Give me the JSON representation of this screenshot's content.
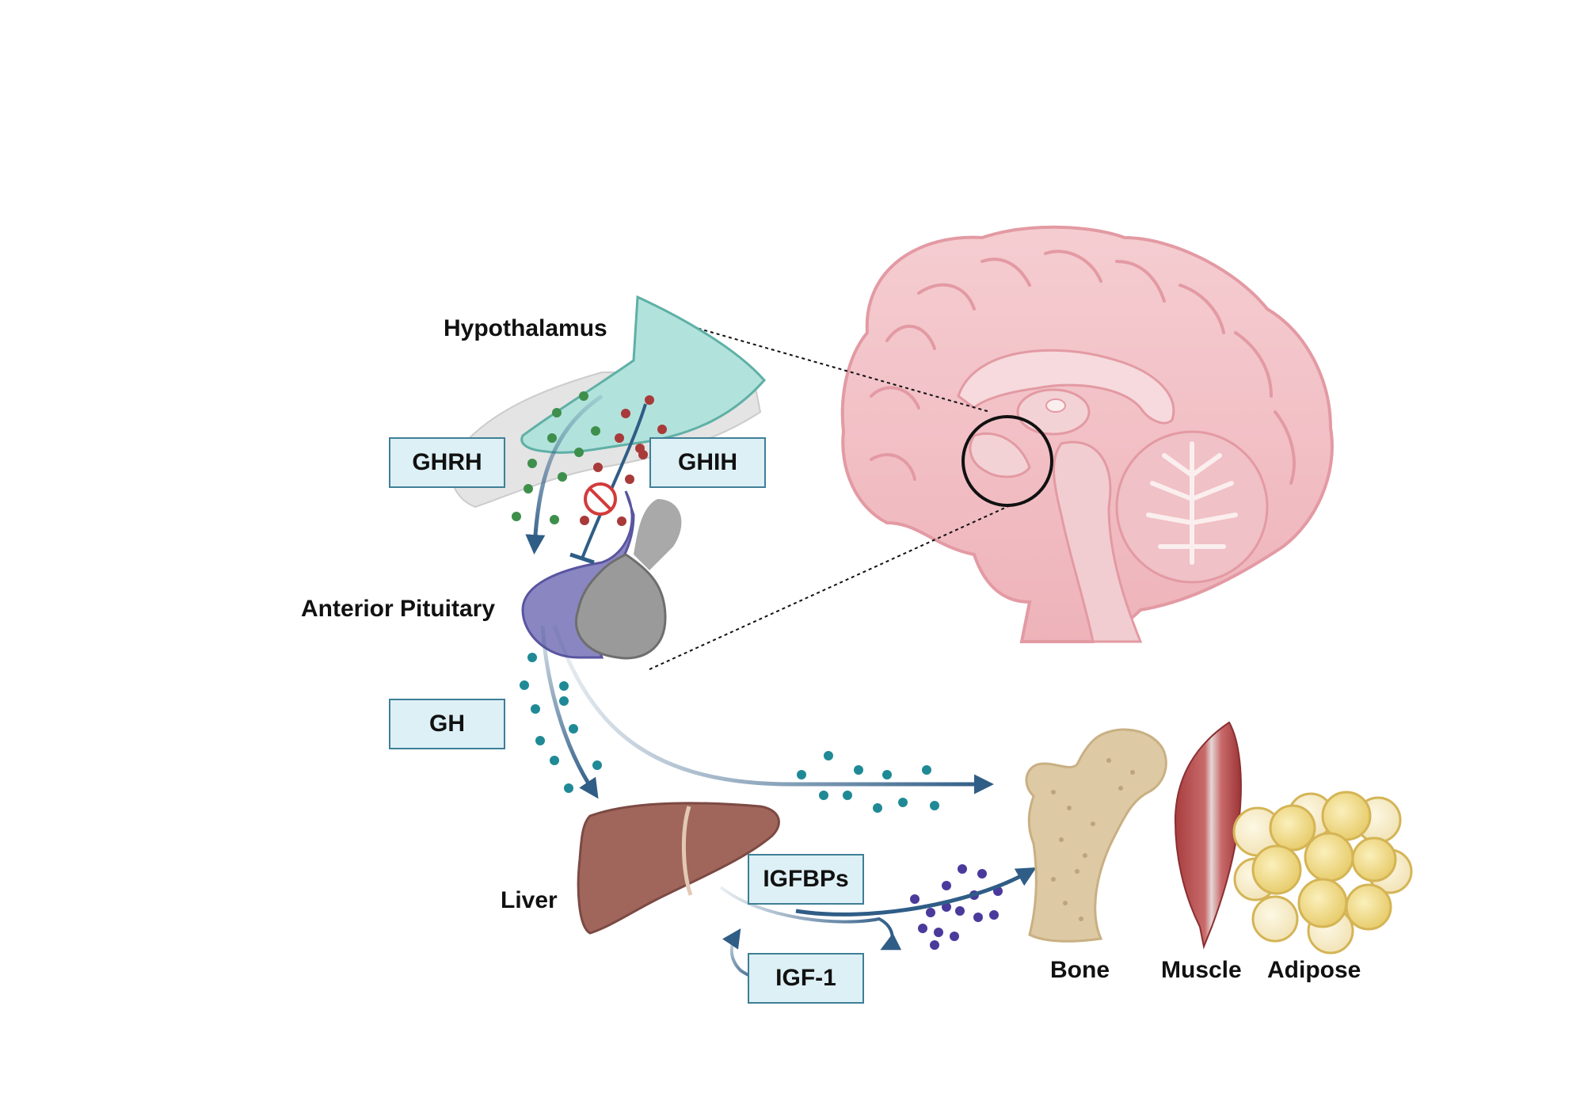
{
  "labels": {
    "hypothalamus": "Hypothalamus",
    "anterior_pituitary": "Anterior Pituitary",
    "liver": "Liver",
    "bone": "Bone",
    "muscle": "Muscle",
    "adipose": "Adipose"
  },
  "hormones": {
    "ghrh": "GHRH",
    "ghih": "GHIH",
    "gh": "GH",
    "igfbps": "IGFBPs",
    "igf1": "IGF-1"
  },
  "colors": {
    "arrow": "#2f5d86",
    "box_fill": "#ddf0f5",
    "box_border": "#3f7f97",
    "hypothalamus_fill": "#b2e2dc",
    "pituitary_anterior": "#8a86c2",
    "pituitary_posterior": "#9a9a9a",
    "liver": "#a0665c",
    "brain": "#f2c4c8",
    "brain_outline": "#e39aa3",
    "ghrh_dots": "#3e8f4b",
    "ghih_dots": "#a83a3a",
    "gh_dots": "#1f8a96",
    "igf1_dots": "#4b3a9c",
    "muscle": "#b94a4a",
    "adipose": "#f2dc8f",
    "bone": "#ddc9a4"
  },
  "icons": [
    "brain-icon",
    "hypothalamus-icon",
    "pituitary-icon",
    "liver-icon",
    "bone-icon",
    "muscle-icon",
    "adipose-icon",
    "inhibition-icon",
    "zoom-circle-icon"
  ]
}
